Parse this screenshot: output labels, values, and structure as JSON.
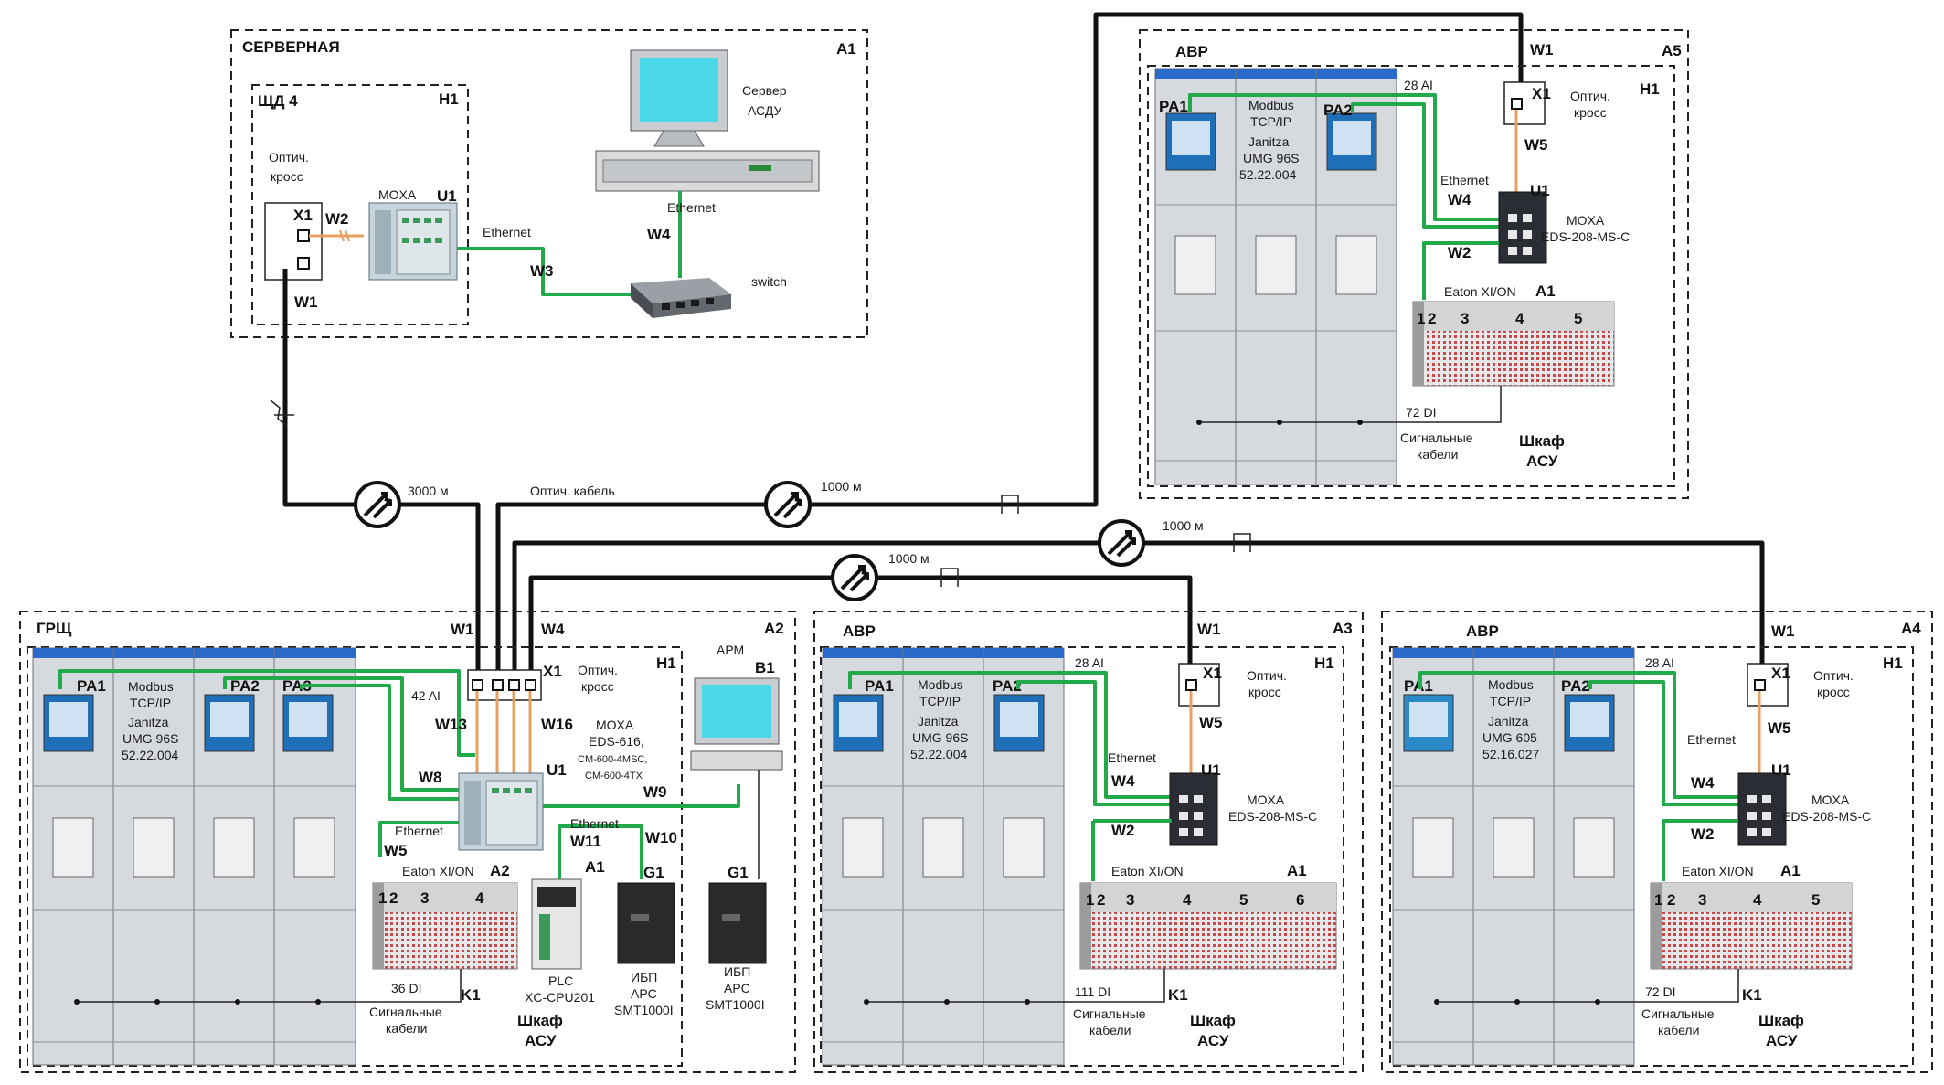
{
  "colors": {
    "ethernet": "#22a94a",
    "fiber": "#111111",
    "optical": "#e8a060",
    "panel_top": "#2a6ac8",
    "cabinet": "#d4d8dc"
  },
  "server_room": {
    "title": "СЕРВЕРНАЯ",
    "tag": "А1",
    "panel": {
      "title": "ЩД 4",
      "tag": "Н1",
      "cross_l1": "Оптич.",
      "cross_l2": "кросс",
      "x1": "X1",
      "w1": "W1",
      "w2": "W2",
      "moxa": "MOXA",
      "u1": "U1",
      "eth_label": "Ethernet",
      "w3": "W3",
      "switch": "switch",
      "server_l1": "Сервер",
      "server_l2": "АСДУ",
      "w4": "W4",
      "eth2": "Ethernet"
    }
  },
  "links": {
    "d1": "3000 м",
    "cable": "Оптич. кабель",
    "d2": "1000 м",
    "d3": "1000 м",
    "d4": "1000 м"
  },
  "grsh": {
    "title": "ГРЩ",
    "tag": "А2",
    "h1": "Н1",
    "w1": "W1",
    "w4": "W4",
    "x1": "X1",
    "cross_l1": "Оптич.",
    "cross_l2": "кросс",
    "pa1": "PA1",
    "pa2": "PA2",
    "pa3": "PA3",
    "modbus": [
      "Modbus",
      "TCP/IP",
      "Janitza",
      "UMG 96S",
      "52.22.004"
    ],
    "ai": "42 AI",
    "w13": "W13",
    "w16": "W16",
    "w8": "W8",
    "w9": "W9",
    "w5": "W5",
    "w10": "W10",
    "w11": "W11",
    "moxa": [
      "MOXA",
      "EDS-616,",
      "CM-600-4MSC,",
      "CM-600-4TX"
    ],
    "u1": "U1",
    "arm": "АРМ",
    "b1": "B1",
    "eth1": "Ethernet",
    "eth2": "Ethernet",
    "eaton": "Eaton XI/ON",
    "a2": "A2",
    "a1": "A1",
    "g1a": "G1",
    "g1b": "G1",
    "slots": [
      "1",
      "2",
      "3",
      "4"
    ],
    "di": "36 DI",
    "k1": "K1",
    "sig_l1": "Сигнальные",
    "sig_l2": "кабели",
    "asu_l1": "Шкаф",
    "asu_l2": "АСУ",
    "plc": [
      "PLC",
      "XC-CPU201"
    ],
    "ups": [
      "ИБП",
      "APC",
      "SMT1000I"
    ],
    "ups2": [
      "ИБП",
      "APC",
      "SMT1000I"
    ]
  },
  "avr3": {
    "title": "АВР",
    "tag": "А3",
    "h1": "Н1",
    "w1": "W1",
    "x1": "X1",
    "cross_l1": "Оптич.",
    "cross_l2": "кросс",
    "w5": "W5",
    "pa1": "PA1",
    "pa2": "PA2",
    "modbus": [
      "Modbus",
      "TCP/IP",
      "Janitza",
      "UMG 96S",
      "52.22.004"
    ],
    "ai": "28 AI",
    "eth": "Ethernet",
    "w4": "W4",
    "w2": "W2",
    "u1": "U1",
    "moxa": [
      "MOXA",
      "EDS-208-MS-C"
    ],
    "eaton": "Eaton XI/ON",
    "a1": "A1",
    "slots": [
      "1",
      "2",
      "3",
      "4",
      "5",
      "6"
    ],
    "di": "111 DI",
    "k1": "K1",
    "sig_l1": "Сигнальные",
    "sig_l2": "кабели",
    "asu_l1": "Шкаф",
    "asu_l2": "АСУ"
  },
  "avr4": {
    "title": "АВР",
    "tag": "А4",
    "h1": "Н1",
    "w1": "W1",
    "x1": "X1",
    "cross_l1": "Оптич.",
    "cross_l2": "кросс",
    "w5": "W5",
    "pa1": "PA1",
    "pa2": "PA2",
    "modbus": [
      "Modbus",
      "TCP/IP",
      "Janitza",
      "UMG 605",
      "52.16.027"
    ],
    "ai": "28 AI",
    "eth": "Ethernet",
    "w4": "W4",
    "w2": "W2",
    "u1": "U1",
    "moxa": [
      "MOXA",
      "EDS-208-MS-C"
    ],
    "eaton": "Eaton XI/ON",
    "a1": "A1",
    "slots": [
      "1",
      "2",
      "3",
      "4",
      "5"
    ],
    "di": "72  DI",
    "k1": "K1",
    "sig_l1": "Сигнальные",
    "sig_l2": "кабели",
    "asu_l1": "Шкаф",
    "asu_l2": "АСУ"
  },
  "avr5": {
    "title": "АВР",
    "tag": "А5",
    "h1": "Н1",
    "w1": "W1",
    "x1": "X1",
    "cross_l1": "Оптич.",
    "cross_l2": "кросс",
    "w5": "W5",
    "pa1": "PA1",
    "pa2": "PA2",
    "modbus": [
      "Modbus",
      "TCP/IP",
      "Janitza",
      "UMG 96S",
      "52.22.004"
    ],
    "ai": "28 AI",
    "eth": "Ethernet",
    "w4": "W4",
    "w2": "W2",
    "u1": "U1",
    "moxa": [
      "MOXA",
      "EDS-208-MS-C"
    ],
    "eaton": "Eaton XI/ON",
    "a1": "A1",
    "slots": [
      "1",
      "2",
      "3",
      "4",
      "5"
    ],
    "di": "72  DI",
    "sig_l1": "Сигнальные",
    "sig_l2": "кабели",
    "asu_l1": "Шкаф",
    "asu_l2": "АСУ"
  }
}
